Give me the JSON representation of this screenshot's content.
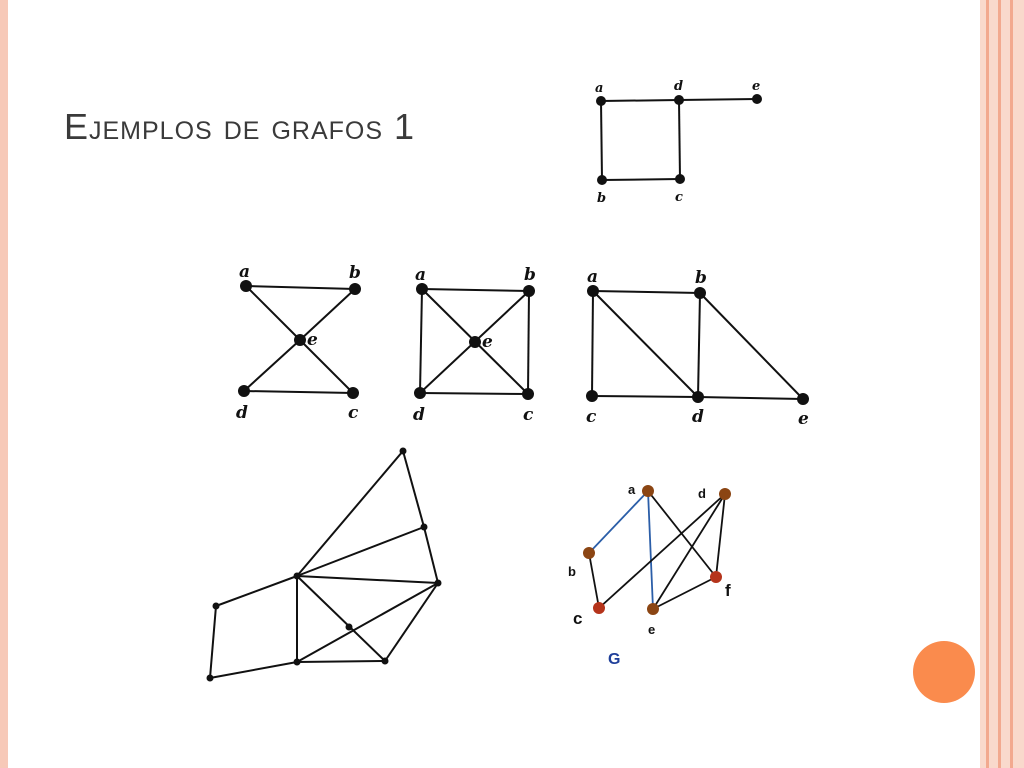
{
  "slide": {
    "title": "Ejemplos de grafos 1"
  },
  "colors": {
    "accent": "#fa8b4d",
    "border": "#f9d9cc",
    "vertex_brown": "#8b4513",
    "vertex_red": "#b5341b",
    "edge_blue": "#2b5ea8"
  },
  "graphs": {
    "g1": {
      "labels": {
        "a": "a",
        "d": "d",
        "e": "e",
        "b": "b",
        "c": "c"
      }
    },
    "g2": {
      "labels": {
        "a": "a",
        "b": "b",
        "e": "e",
        "d": "d",
        "c": "c"
      }
    },
    "g3": {
      "labels": {
        "a": "a",
        "b": "b",
        "e": "e",
        "d": "d",
        "c": "c"
      }
    },
    "g4": {
      "labels": {
        "a": "a",
        "b": "b",
        "c": "c",
        "d": "d",
        "e": "e"
      }
    },
    "g6": {
      "labels": {
        "a": "a",
        "d": "d",
        "b": "b",
        "f": "f",
        "c": "c",
        "e": "e"
      },
      "name": "G"
    }
  }
}
